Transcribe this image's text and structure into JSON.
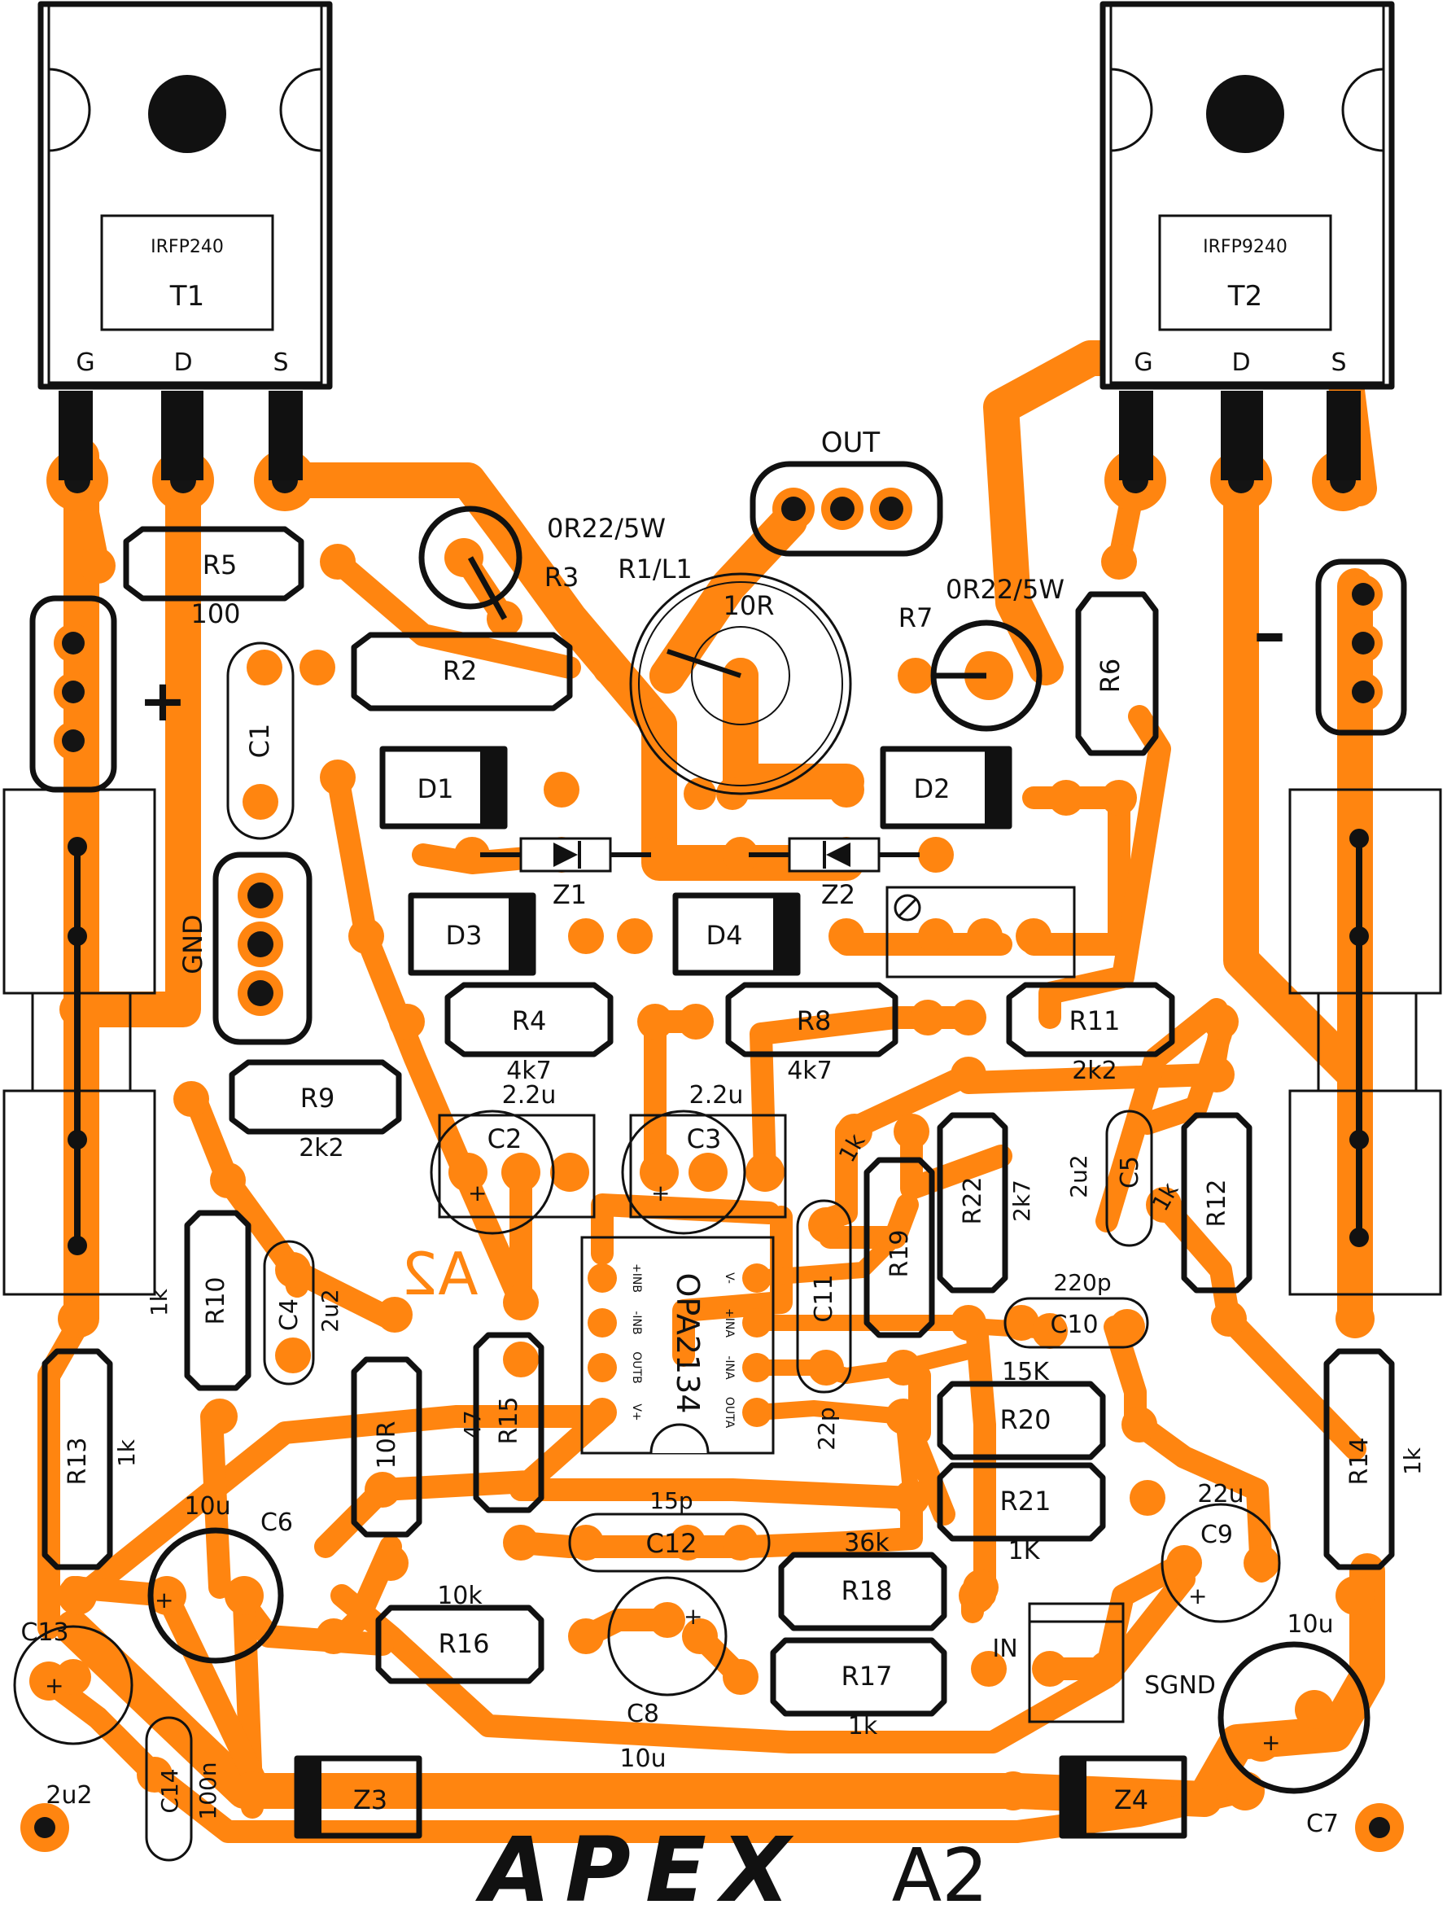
{
  "colors": {
    "copper": "#ff8510",
    "silkscreen": "#111111",
    "background": "#ffffff"
  },
  "transistors": {
    "t1": {
      "part": "IRFP240",
      "ref": "T1",
      "pins": [
        "G",
        "D",
        "S"
      ]
    },
    "t2": {
      "part": "IRFP9240",
      "ref": "T2",
      "pins": [
        "G",
        "D",
        "S"
      ]
    }
  },
  "ic": {
    "part": "OPA2134",
    "pins_left": [
      "+INB",
      "-INB",
      "OUTB",
      "V+"
    ],
    "pins_right": [
      "V-",
      "+INA",
      "-INA",
      "OUTA"
    ]
  },
  "labels": {
    "out": "OUT",
    "gnd": "GND",
    "plus": "+",
    "minus": "–",
    "in": "IN",
    "sgnd": "SGND",
    "brand": "APEX",
    "model": "A2",
    "board_mark": "A2",
    "r3_value": "0R22/5W",
    "r7_value": "0R22/5W",
    "r1l1": "R1/L1",
    "r1_value": "10R"
  },
  "resistors": {
    "R2": "R2",
    "R3": "R3",
    "R4": "R4",
    "R4v": "4k7",
    "R5": "R5",
    "R5v": "100",
    "R6": "R6",
    "R7": "R7",
    "R8": "R8",
    "R8v": "4k7",
    "R9": "R9",
    "R9v": "2k2",
    "R10": "R10",
    "R10v": "1k",
    "R11": "R11",
    "R11v": "2k2",
    "R12": "R12",
    "R12v": "1k",
    "R13": "R13",
    "R13v": "1k",
    "R14": "R14",
    "R14v": "1k",
    "R15": "R15",
    "R15v": "47",
    "R16": "R16",
    "R16v": "10k",
    "R17": "R17",
    "R17v": "1k",
    "R18": "R18",
    "R18v": "36k",
    "R19": "R19",
    "R19v": "1k",
    "R20": "R20",
    "R20v": "15K",
    "R21": "R21",
    "R21v": "1K",
    "R22": "R22",
    "R22v": "2k7",
    "R10R": "10R"
  },
  "capacitors": {
    "C1": "C1",
    "C2": "C2",
    "C2v": "2.2u",
    "C3": "C3",
    "C3v": "2.2u",
    "C4": "C4",
    "C4v": "2u2",
    "C5": "C5",
    "C5v": "2u2",
    "C6": "C6",
    "C6v": "10u",
    "C7": "C7",
    "C7v": "10u",
    "C8": "C8",
    "C8v": "10u",
    "C9": "C9",
    "C9v": "22u",
    "C10": "C10",
    "C10v": "220p",
    "C11": "C11",
    "C11v": "22p",
    "C12": "C12",
    "C12v": "15p",
    "C13": "C13",
    "C13v": "2u2",
    "C14": "C14",
    "C14v": "100n"
  },
  "diodes": {
    "D1": "D1",
    "D2": "D2",
    "D3": "D3",
    "D4": "D4",
    "Z1": "Z1",
    "Z2": "Z2",
    "Z3": "Z3",
    "Z4": "Z4"
  }
}
